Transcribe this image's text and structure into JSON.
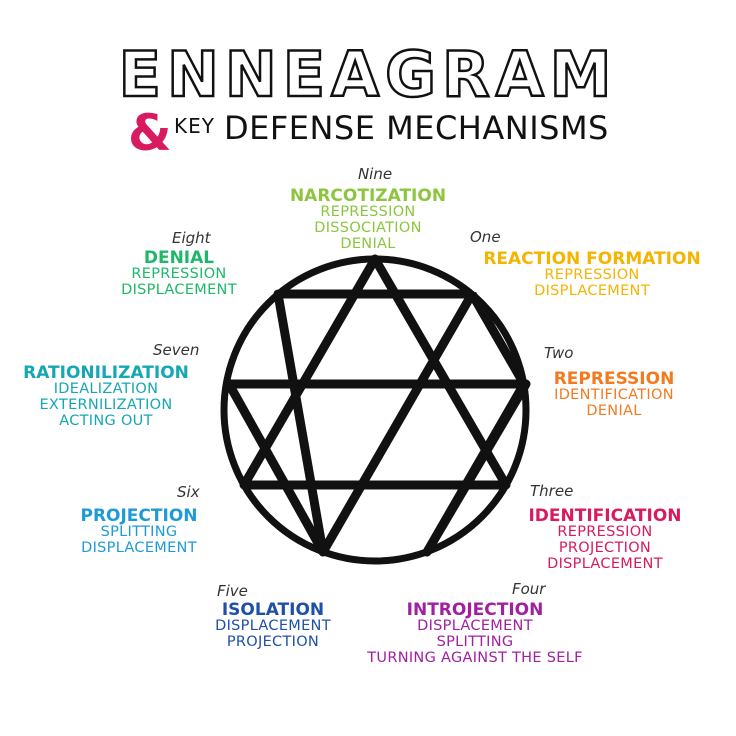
{
  "title": {
    "main": "ENNEAGRAM",
    "amp": "&",
    "key": "KEY",
    "sub": "DEFENSE MECHANISMS"
  },
  "types": [
    {
      "id": "nine",
      "number": "Nine",
      "head": "NARCOTIZATION",
      "items": [
        "REPRESSION",
        "DISSOCIATION",
        "DENIAL"
      ],
      "color": "#8cc63f"
    },
    {
      "id": "one",
      "number": "One",
      "head": "REACTION FORMATION",
      "items": [
        "REPRESSION",
        "DISPLACEMENT"
      ],
      "color": "#f5b400"
    },
    {
      "id": "two",
      "number": "Two",
      "head": "REPRESSION",
      "items": [
        "IDENTIFICATION",
        "DENIAL"
      ],
      "color": "#f47a20"
    },
    {
      "id": "three",
      "number": "Three",
      "head": "IDENTIFICATION",
      "items": [
        "REPRESSION",
        "PROJECTION",
        "DISPLACEMENT"
      ],
      "color": "#d81b60"
    },
    {
      "id": "four",
      "number": "Four",
      "head": "INTROJECTION",
      "items": [
        "DISPLACEMENT",
        "SPLITTING",
        "TURNING AGAINST THE SELF"
      ],
      "color": "#a020a0"
    },
    {
      "id": "five",
      "number": "Five",
      "head": "ISOLATION",
      "items": [
        "DISPLACEMENT",
        "PROJECTION"
      ],
      "color": "#1f4fa8"
    },
    {
      "id": "six",
      "number": "Six",
      "head": "PROJECTION",
      "items": [
        "SPLITTING",
        "DISPLACEMENT"
      ],
      "color": "#1e9ad6"
    },
    {
      "id": "seven",
      "number": "Seven",
      "head": "RATIONILIZATION",
      "items": [
        "IDEALIZATION",
        "EXTERNILIZATION",
        "ACTING OUT"
      ],
      "color": "#16a7b5"
    },
    {
      "id": "eight",
      "number": "Eight",
      "head": "DENIAL",
      "items": [
        "REPRESSION",
        "DISPLACEMENT"
      ],
      "color": "#1fb86a"
    }
  ]
}
